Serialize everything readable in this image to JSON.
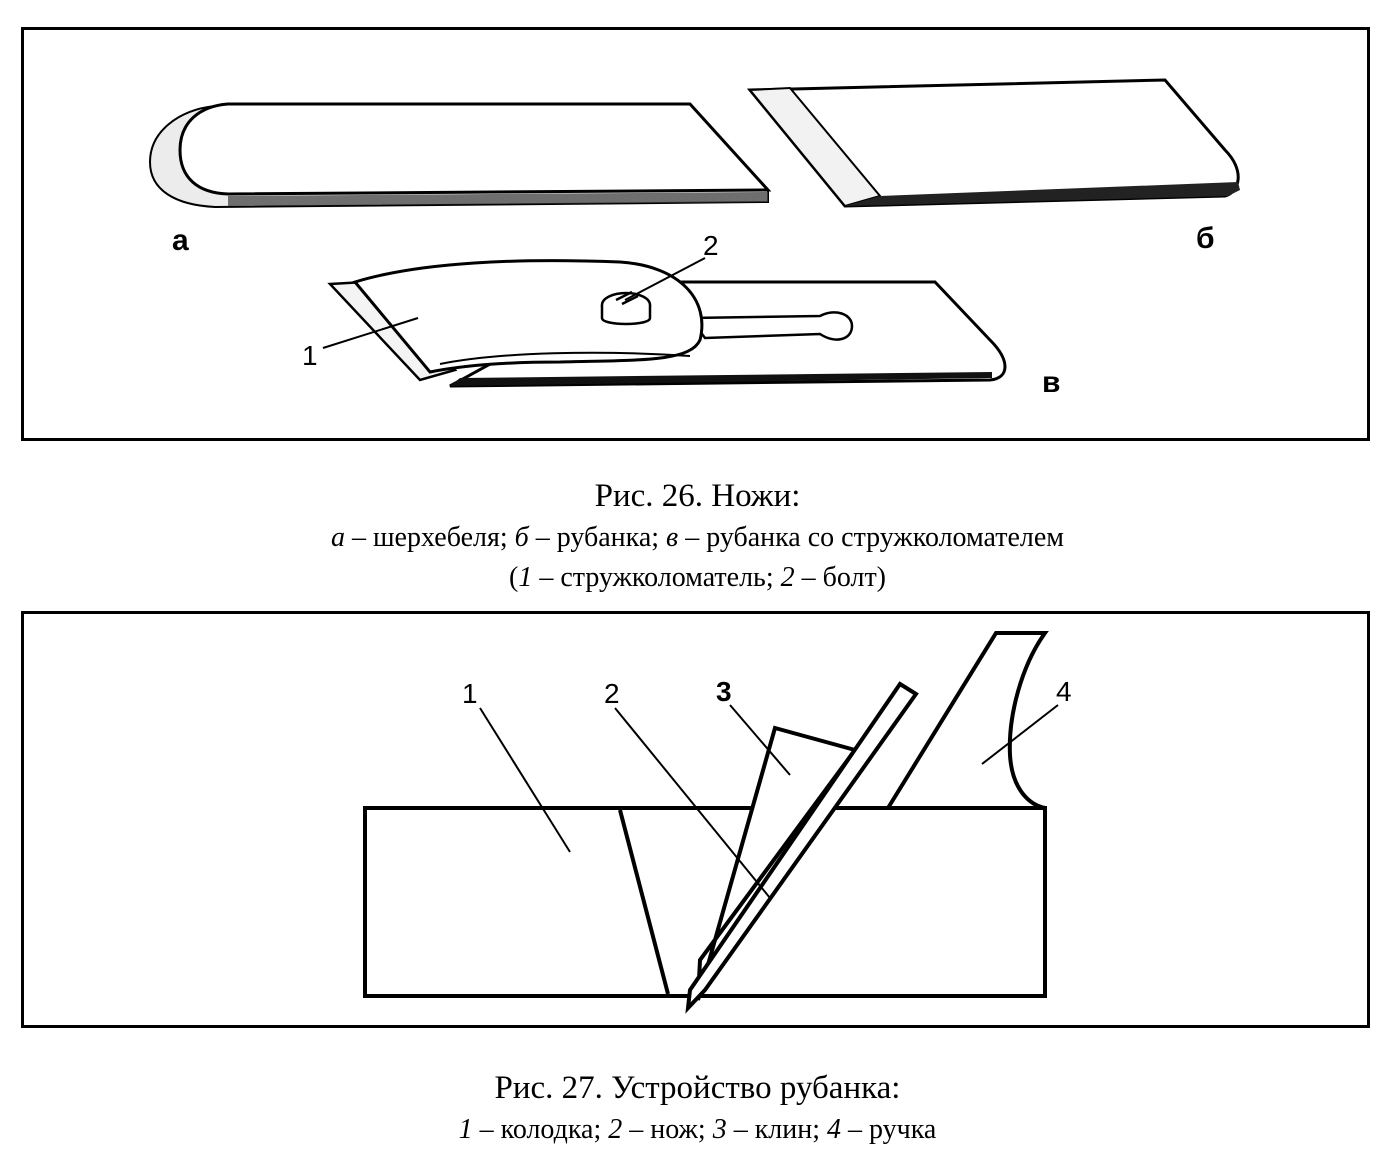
{
  "fig26": {
    "labels": {
      "a": "а",
      "b": "б",
      "v": "в",
      "n1": "1",
      "n2": "2"
    },
    "caption": {
      "title": "Рис. 26. Ножи:",
      "line1": [
        {
          "t": "а",
          "i": true
        },
        {
          "t": " – шерхебеля; ",
          "i": false
        },
        {
          "t": "б",
          "i": true
        },
        {
          "t": " – рубанка; ",
          "i": false
        },
        {
          "t": "в",
          "i": true
        },
        {
          "t": " – рубанка со стружколомателем",
          "i": false
        }
      ],
      "line2": [
        {
          "t": "(",
          "i": false
        },
        {
          "t": "1",
          "i": true
        },
        {
          "t": " – стружколоматель; ",
          "i": false
        },
        {
          "t": "2",
          "i": true
        },
        {
          "t": " – болт)",
          "i": false
        }
      ]
    }
  },
  "fig27": {
    "labels": {
      "n1": "1",
      "n2": "2",
      "n3": "3",
      "n4": "4"
    },
    "caption": {
      "title": "Рис. 27. Устройство рубанка:",
      "line1": [
        {
          "t": "1",
          "i": true
        },
        {
          "t": " – колодка; ",
          "i": false
        },
        {
          "t": "2",
          "i": true
        },
        {
          "t": " – нож; ",
          "i": false
        },
        {
          "t": "3",
          "i": true
        },
        {
          "t": " – клин; ",
          "i": false
        },
        {
          "t": "4",
          "i": true
        },
        {
          "t": " – ручка",
          "i": false
        }
      ]
    }
  }
}
